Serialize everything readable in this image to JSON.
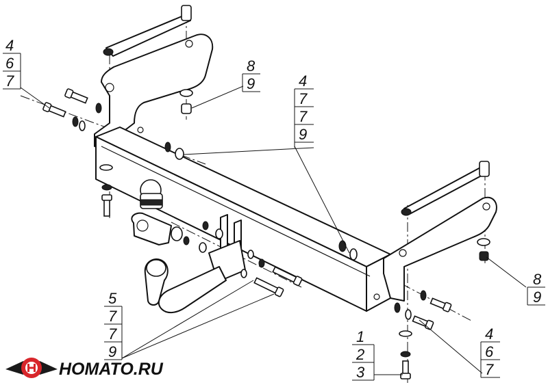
{
  "logo": {
    "text": "HOMATO.RU",
    "colors": {
      "red": "#d8262b",
      "dark": "#1a1a1a"
    }
  },
  "callouts": [
    {
      "id": "left-bolt",
      "labels": [
        "4",
        "6",
        "7"
      ]
    },
    {
      "id": "top-nut",
      "labels": [
        "8",
        "9"
      ]
    },
    {
      "id": "center-bolts",
      "labels": [
        "4",
        "7",
        "7",
        "9"
      ]
    },
    {
      "id": "right-nut",
      "labels": [
        "8",
        "9"
      ]
    },
    {
      "id": "ball-mount",
      "labels": [
        "5",
        "7",
        "7",
        "9"
      ]
    },
    {
      "id": "bottom-bolt",
      "labels": [
        "1",
        "2",
        "3"
      ]
    },
    {
      "id": "right-bolt",
      "labels": [
        "4",
        "6",
        "7"
      ]
    }
  ]
}
